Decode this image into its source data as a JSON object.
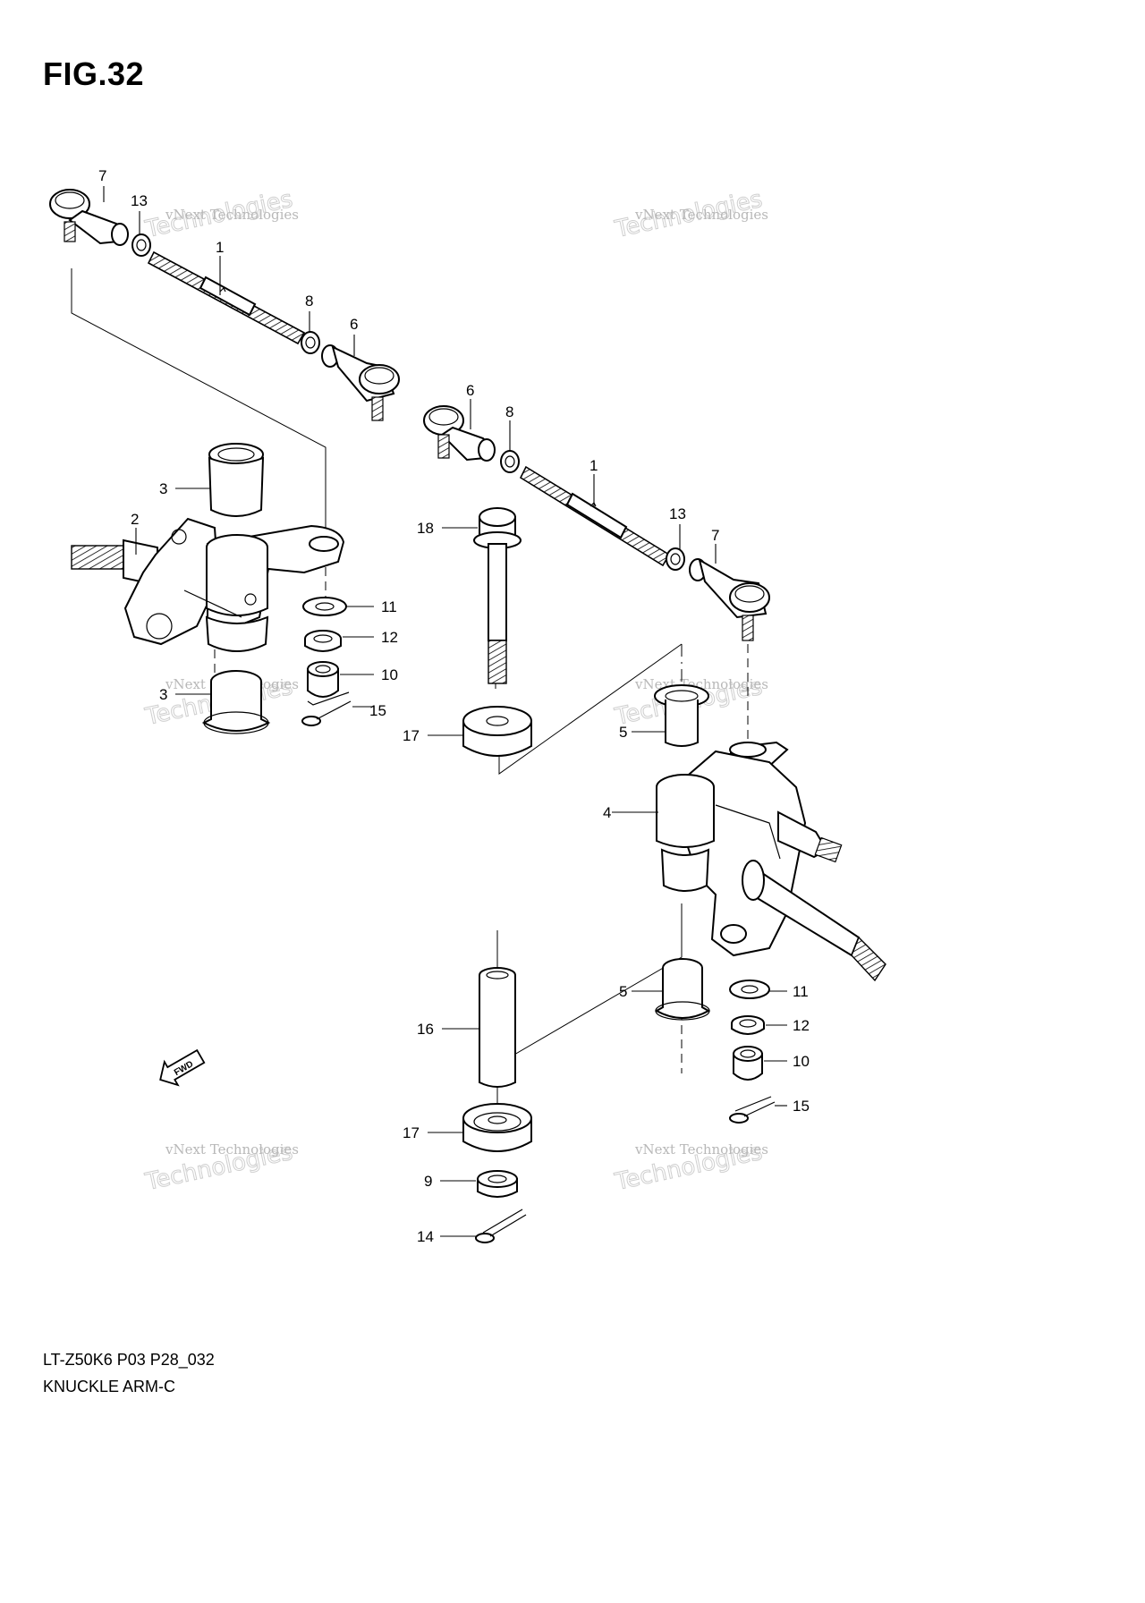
{
  "figure": {
    "title": "FIG.32"
  },
  "footer": {
    "model_code": "LT-Z50K6 P03 P28_032",
    "caption": "KNUCKLE ARM-C"
  },
  "watermark": {
    "line1": "vNext Technologies",
    "line2": "Technologies",
    "line3": "vNext"
  },
  "fwd_label": "FWD",
  "callouts": [
    {
      "id": "c7a",
      "label": "7"
    },
    {
      "id": "c13a",
      "label": "13"
    },
    {
      "id": "c1a",
      "label": "1"
    },
    {
      "id": "c8a",
      "label": "8"
    },
    {
      "id": "c6a",
      "label": "6"
    },
    {
      "id": "c6b",
      "label": "6"
    },
    {
      "id": "c8b",
      "label": "8"
    },
    {
      "id": "c1b",
      "label": "1"
    },
    {
      "id": "c13b",
      "label": "13"
    },
    {
      "id": "c7b",
      "label": "7"
    },
    {
      "id": "c3a",
      "label": "3"
    },
    {
      "id": "c2",
      "label": "2"
    },
    {
      "id": "c18",
      "label": "18"
    },
    {
      "id": "c11a",
      "label": "11"
    },
    {
      "id": "c12a",
      "label": "12"
    },
    {
      "id": "c10a",
      "label": "10"
    },
    {
      "id": "c3b",
      "label": "3"
    },
    {
      "id": "c15a",
      "label": "15"
    },
    {
      "id": "c17a",
      "label": "17"
    },
    {
      "id": "c5a",
      "label": "5"
    },
    {
      "id": "c4",
      "label": "4"
    },
    {
      "id": "c5b",
      "label": "5"
    },
    {
      "id": "c11b",
      "label": "11"
    },
    {
      "id": "c16",
      "label": "16"
    },
    {
      "id": "c12b",
      "label": "12"
    },
    {
      "id": "c10b",
      "label": "10"
    },
    {
      "id": "c15b",
      "label": "15"
    },
    {
      "id": "c17b",
      "label": "17"
    },
    {
      "id": "c9",
      "label": "9"
    },
    {
      "id": "c14",
      "label": "14"
    }
  ]
}
